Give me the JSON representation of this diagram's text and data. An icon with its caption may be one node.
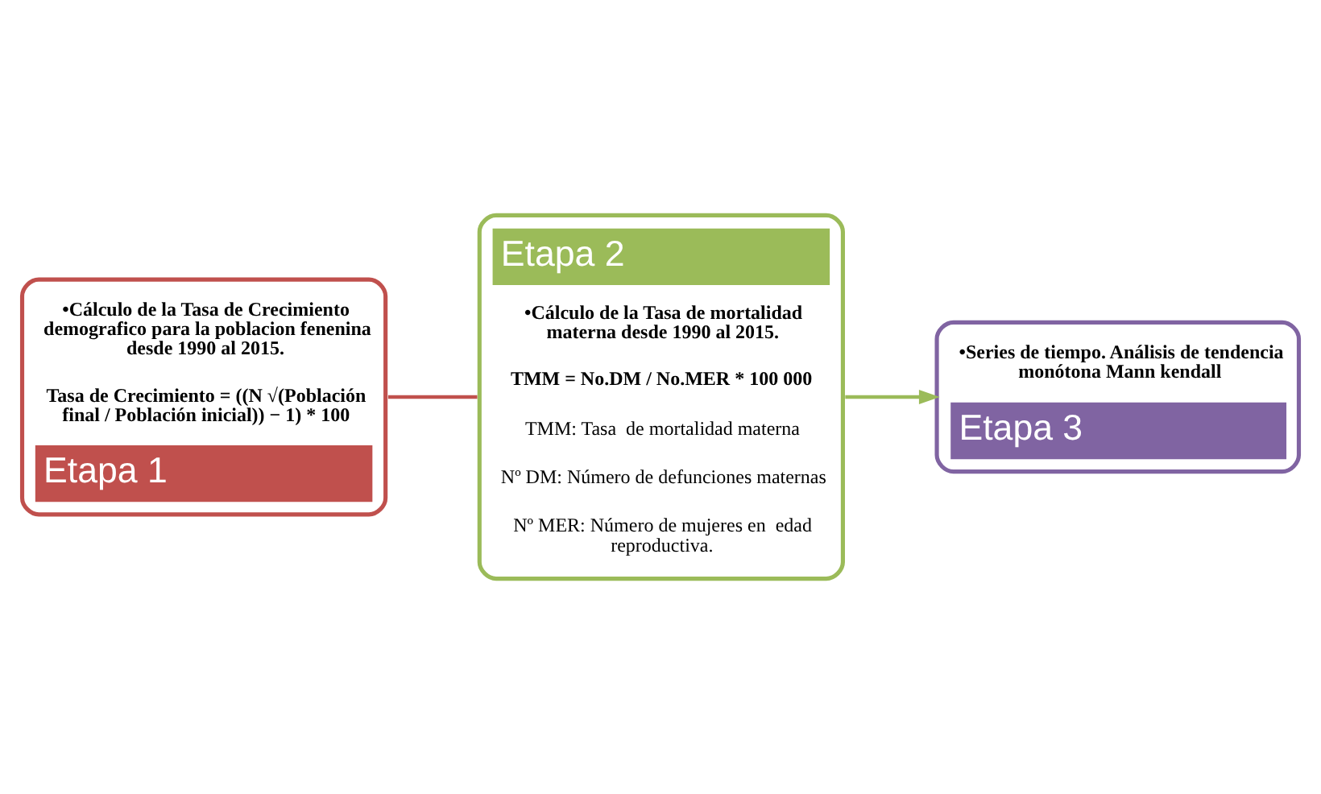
{
  "diagram": {
    "nodes": [
      {
        "text": [
          "•Cálculo de la Tasa de Crecimiento demografico para la poblacion fenenina desde 1990 al 2015.",
          "Tasa de Crecimiento = ((N √(Población final / Población inicial)) − 1) * 100",
          "Etapa 1"
        ]
      },
      {
        "text": [
          "Etapa 2",
          "•Cálculo de la Tasa de mortalidad materna desde 1990 al 2015.",
          "TMM = No.DM / No.MER * 100 000",
          "TMM: Tasa  de mortalidad materna",
          "Nº DM: Número de defunciones maternas",
          "Nº MER: Número de mujeres en  edad reproductiva."
        ]
      },
      {
        "text": [
          "•Series de tiempo. Análisis de tendencia monótona Mann kendall",
          "Etapa 3"
        ]
      }
    ],
    "edges": [
      {
        "from": 0,
        "to": 1,
        "arrow": "none",
        "color": "#c0504d"
      },
      {
        "from": 1,
        "to": 2,
        "arrow": "to",
        "color": "#9bbb59"
      }
    ]
  }
}
